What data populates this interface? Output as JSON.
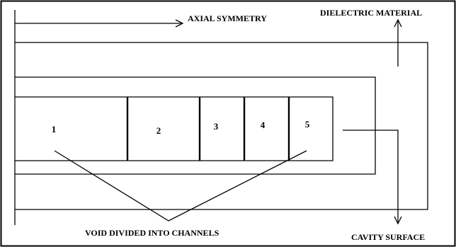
{
  "diagram": {
    "labels": {
      "axial_symmetry": "AXIAL SYMMETRY",
      "dielectric_material": "DIELECTRIC MATERIAL",
      "void_divided": "VOID DIVIDED INTO CHANNELS",
      "cavity_surface": "CAVITY SURFACE"
    },
    "channels": [
      "1",
      "2",
      "3",
      "4",
      "5"
    ]
  }
}
